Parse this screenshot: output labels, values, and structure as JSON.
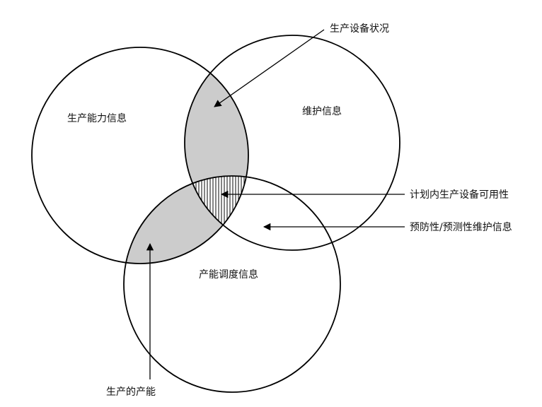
{
  "diagram": {
    "type": "venn",
    "sets": [
      {
        "id": "production-capacity",
        "label": "生产能力信息"
      },
      {
        "id": "maintenance",
        "label": "维护信息"
      },
      {
        "id": "capacity-scheduling",
        "label": "产能调度信息"
      }
    ],
    "callouts": {
      "equipment_status": "生产设备状况",
      "planned_availability": "计划内生产设备可用性",
      "preventive_predictive": "预防性/预测性维护信息",
      "produced_capacity": "生产的产能"
    }
  },
  "colors": {
    "stroke": "#000000",
    "overlap_fill": "#cccccc",
    "hatch": "#333333",
    "background": "#ffffff"
  }
}
